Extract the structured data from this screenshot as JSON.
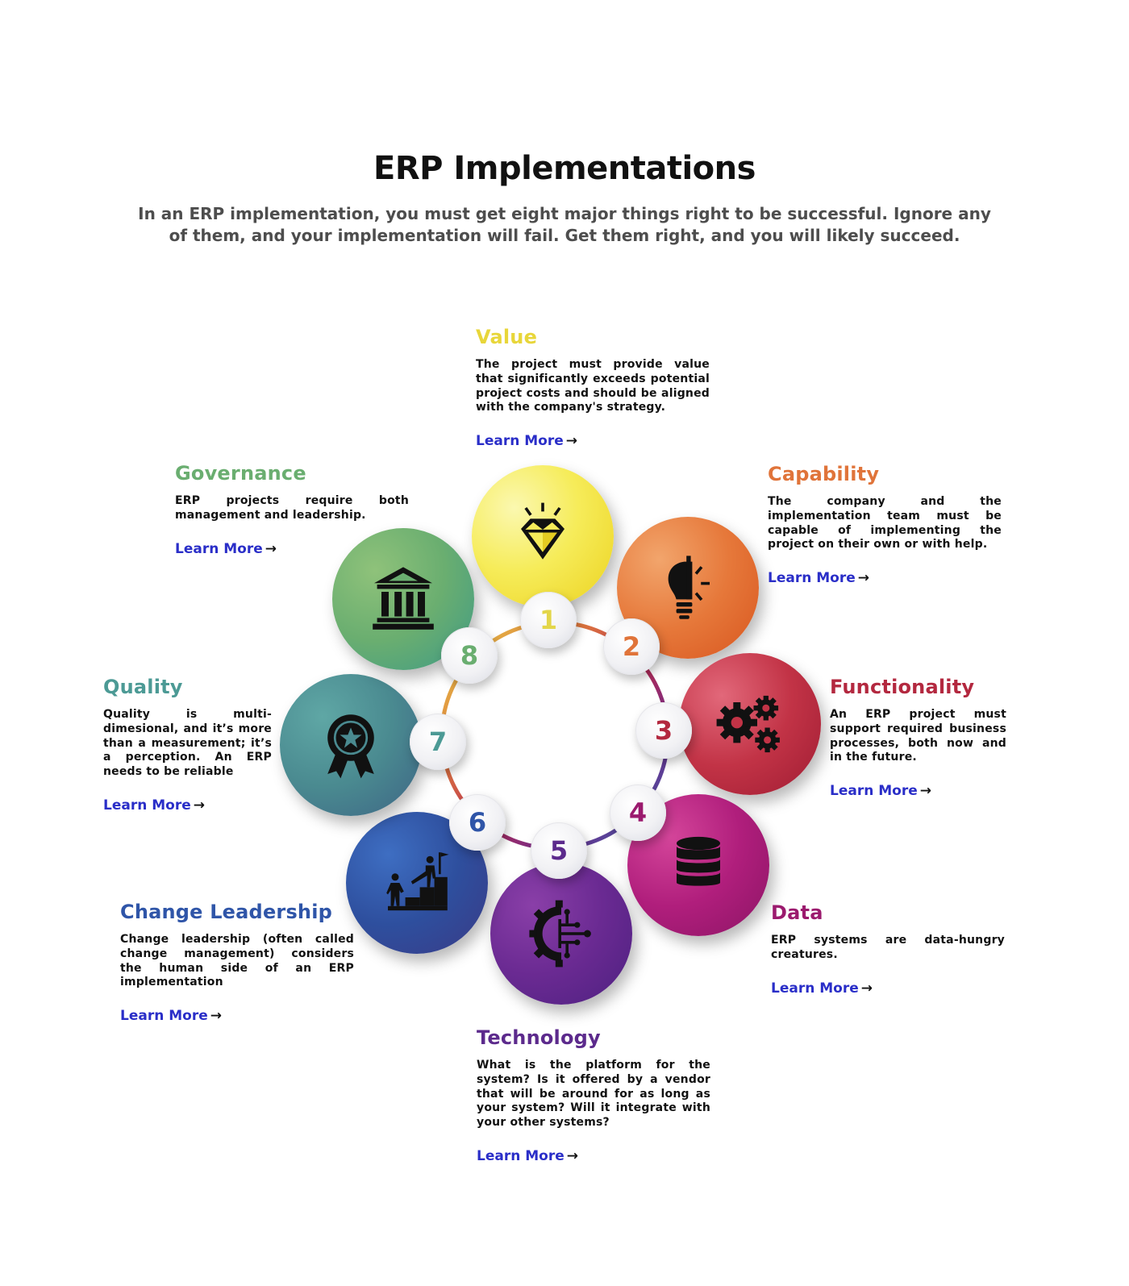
{
  "header": {
    "title": "ERP Implementations",
    "subtitle": "In an ERP implementation, you must get eight major things right to be successful. Ignore any of them, and your implementation will fail. Get them right, and you will likely succeed."
  },
  "learn_more_label": "Learn More",
  "arrow_glyph": "→",
  "items": [
    {
      "number": "1",
      "title": "Value",
      "description": "The project must provide value that significantly exceeds potential project costs and should be aligned with the company's strategy.",
      "link": "Learn More",
      "icon": "diamond-icon",
      "color": "#e8d63a"
    },
    {
      "number": "2",
      "title": "Capability",
      "description": "The company and the implementation team must be capable of implementing the project on their own or with help.",
      "link": "Learn More",
      "icon": "lightbulb-icon",
      "color": "#e0743a"
    },
    {
      "number": "3",
      "title": "Functionality",
      "description": "An ERP project must support required business processes, both now and in the future.",
      "link": "Learn More",
      "icon": "gears-icon",
      "color": "#b3283f"
    },
    {
      "number": "4",
      "title": "Data",
      "description": "ERP systems are data-hungry creatures.",
      "link": "Learn More",
      "icon": "database-icon",
      "color": "#9b1a6e"
    },
    {
      "number": "5",
      "title": "Technology",
      "description": "What is the platform for the system? Is it offered by a vendor that will be around for as long as your system? Will it integrate with your other systems?",
      "link": "Learn More",
      "icon": "circuit-gear-icon",
      "color": "#5c2a8c"
    },
    {
      "number": "6",
      "title": "Change Leadership",
      "description": "Change leadership (often called change management) considers the human side of an ERP implementation",
      "link": "Learn More",
      "icon": "helping-hand-stairs-icon",
      "color": "#2f55a8"
    },
    {
      "number": "7",
      "title": "Quality",
      "description": "Quality is multi-dimesional, and it’s more than a measurement; it’s a perception. An ERP needs to be reliable",
      "link": "Learn More",
      "icon": "award-ribbon-icon",
      "color": "#4c9a95"
    },
    {
      "number": "8",
      "title": "Governance",
      "description": "ERP projects require both management and leadership.",
      "link": "Learn More",
      "icon": "institution-icon",
      "color": "#6aae70"
    }
  ]
}
